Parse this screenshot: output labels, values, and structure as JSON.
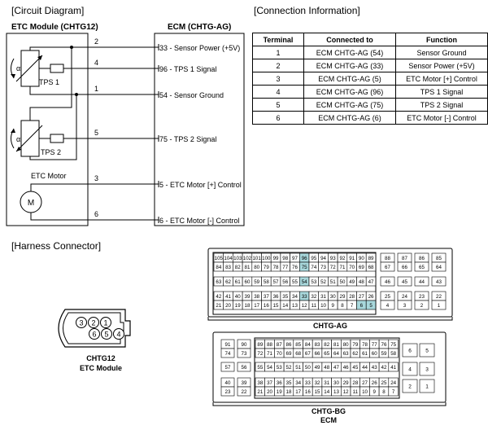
{
  "sections": {
    "circuit": "[Circuit Diagram]",
    "connection": "[Connection Information]",
    "harness": "[Harness Connector]"
  },
  "circuit": {
    "left_title": "ETC Module (CHTG12)",
    "right_title": "ECM (CHTG-AG)",
    "tps1": "TPS 1",
    "tps2": "TPS 2",
    "alpha": "α",
    "etc_motor": "ETC Motor",
    "motor": "M",
    "wires": [
      {
        "pin": "2",
        "ecm_pin": "33",
        "signal": "Sensor Power (+5V)"
      },
      {
        "pin": "4",
        "ecm_pin": "96",
        "signal": "TPS 1 Signal"
      },
      {
        "pin": "1",
        "ecm_pin": "54",
        "signal": "Sensor Ground"
      },
      {
        "pin": "5",
        "ecm_pin": "75",
        "signal": "TPS 2 Signal"
      },
      {
        "pin": "3",
        "ecm_pin": "5",
        "signal": "ETC Motor [+] Control"
      },
      {
        "pin": "6",
        "ecm_pin": "6",
        "signal": "ETC Motor [-] Control"
      }
    ],
    "sep": " - "
  },
  "connection": {
    "headers": [
      "Terminal",
      "Connected to",
      "Function"
    ],
    "rows": [
      [
        "1",
        "ECM CHTG-AG (54)",
        "Sensor Ground"
      ],
      [
        "2",
        "ECM CHTG-AG (33)",
        "Sensor Power (+5V)"
      ],
      [
        "3",
        "ECM CHTG-AG (5)",
        "ETC Motor [+] Control"
      ],
      [
        "4",
        "ECM CHTG-AG (96)",
        "TPS 1 Signal"
      ],
      [
        "5",
        "ECM CHTG-AG (75)",
        "TPS 2 Signal"
      ],
      [
        "6",
        "ECM CHTG-AG (6)",
        "ETC Motor [-] Control"
      ]
    ]
  },
  "harness": {
    "module_pins_top": [
      "3",
      "2",
      "1"
    ],
    "module_pins_bottom": [
      "6",
      "5",
      "4"
    ],
    "module_label1": "CHTG12",
    "module_label2": "ETC Module",
    "ag_label": "CHTG-AG",
    "bg_label1": "CHTG-BG",
    "bg_label2": "ECM",
    "highlight_color": "#a8d8dc",
    "ag": {
      "main_rows": [
        [
          "105",
          "104",
          "103",
          "102",
          "101",
          "100",
          "99",
          "98",
          "97",
          "96",
          "95",
          "94",
          "93",
          "92",
          "91",
          "90",
          "89"
        ],
        [
          "84",
          "83",
          "82",
          "81",
          "80",
          "79",
          "78",
          "77",
          "76",
          "75",
          "74",
          "73",
          "72",
          "71",
          "70",
          "69",
          "68"
        ],
        [
          "63",
          "62",
          "61",
          "60",
          "59",
          "58",
          "57",
          "56",
          "55",
          "54",
          "53",
          "52",
          "51",
          "50",
          "49",
          "48",
          "47"
        ],
        [
          "42",
          "41",
          "40",
          "39",
          "38",
          "37",
          "36",
          "35",
          "34",
          "33",
          "32",
          "31",
          "30",
          "29",
          "28",
          "27",
          "26"
        ],
        [
          "21",
          "20",
          "19",
          "18",
          "17",
          "16",
          "15",
          "14",
          "13",
          "12",
          "11",
          "10",
          "9",
          "8",
          "7",
          "6",
          "5"
        ]
      ],
      "right_rows": [
        [
          "88",
          "87",
          "86",
          "85"
        ],
        [
          "67",
          "66",
          "65",
          "64"
        ],
        [
          "46",
          "45",
          "44",
          "43"
        ],
        [
          "25",
          "24",
          "23",
          "22"
        ],
        [
          "4",
          "3",
          "2",
          "1"
        ]
      ],
      "highlighted": [
        "96",
        "75",
        "54",
        "33",
        "6",
        "5"
      ]
    },
    "bg": {
      "left_pairs": [
        [
          "91",
          "90"
        ],
        [
          "74",
          "73"
        ],
        [
          "57",
          "56"
        ],
        [
          "40",
          "39"
        ],
        [
          "23",
          "22"
        ]
      ],
      "main_rows": [
        [
          "89",
          "88",
          "87",
          "86",
          "85",
          "84",
          "83",
          "82",
          "81",
          "80",
          "79",
          "78",
          "77",
          "76",
          "75"
        ],
        [
          "72",
          "71",
          "70",
          "69",
          "68",
          "67",
          "66",
          "65",
          "64",
          "63",
          "62",
          "61",
          "60",
          "59",
          "58"
        ],
        [
          "55",
          "54",
          "53",
          "52",
          "51",
          "50",
          "49",
          "48",
          "47",
          "46",
          "45",
          "44",
          "43",
          "42",
          "41"
        ],
        [
          "38",
          "37",
          "36",
          "35",
          "34",
          "33",
          "32",
          "31",
          "30",
          "29",
          "28",
          "27",
          "26",
          "25",
          "24"
        ],
        [
          "21",
          "20",
          "19",
          "18",
          "17",
          "16",
          "15",
          "14",
          "13",
          "12",
          "11",
          "10",
          "9",
          "8",
          "7"
        ]
      ],
      "right_rows": [
        [
          "6",
          "5"
        ],
        [
          "4",
          "3"
        ],
        [
          "2",
          "1"
        ]
      ]
    }
  }
}
